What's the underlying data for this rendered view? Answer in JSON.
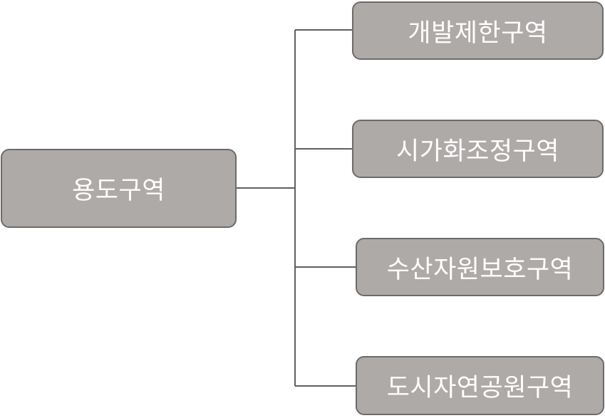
{
  "diagram": {
    "root": {
      "label": "용도구역"
    },
    "children": [
      {
        "label": "개발제한구역"
      },
      {
        "label": "시가화조정구역"
      },
      {
        "label": "수산자원보호구역"
      },
      {
        "label": "도시자연공원구역"
      }
    ]
  },
  "colors": {
    "node_fill": "#aeaaa8",
    "node_border": "#6e6a69",
    "connector": "#5f5f5f",
    "text": "#ffffff"
  }
}
